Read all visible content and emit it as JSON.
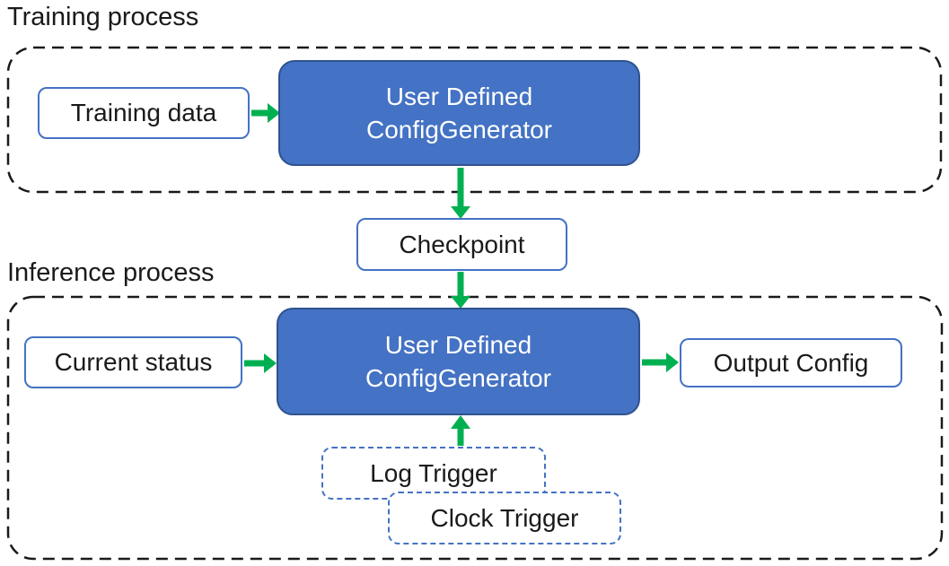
{
  "diagram": {
    "sections": [
      {
        "title": "Training process"
      },
      {
        "title": "Inference process"
      }
    ],
    "nodes": {
      "training_data": {
        "label": "Training data"
      },
      "generator_training": {
        "label_line1": "User Defined",
        "label_line2": "ConfigGenerator"
      },
      "checkpoint": {
        "label": "Checkpoint"
      },
      "current_status": {
        "label": "Current status"
      },
      "generator_inference": {
        "label_line1": "User Defined",
        "label_line2": "ConfigGenerator"
      },
      "output_config": {
        "label": "Output Config"
      },
      "log_trigger": {
        "label": "Log Trigger"
      },
      "clock_trigger": {
        "label": "Clock Trigger"
      }
    },
    "edges": [
      {
        "from": "Training data",
        "to": "User Defined ConfigGenerator (training)",
        "direction": "right"
      },
      {
        "from": "User Defined ConfigGenerator (training)",
        "to": "Checkpoint",
        "direction": "down"
      },
      {
        "from": "Checkpoint",
        "to": "User Defined ConfigGenerator (inference)",
        "direction": "down"
      },
      {
        "from": "Current status",
        "to": "User Defined ConfigGenerator (inference)",
        "direction": "right"
      },
      {
        "from": "User Defined ConfigGenerator (inference)",
        "to": "Output Config",
        "direction": "right"
      },
      {
        "from": "Log Trigger / Clock Trigger",
        "to": "User Defined ConfigGenerator (inference)",
        "direction": "up"
      }
    ],
    "colors": {
      "node_fill_blue": "#4472C4",
      "node_border_dark": "#2F528F",
      "white_node_border": "#4472C4",
      "trigger_dashed_border": "#4472C4",
      "arrow_green": "#00B050",
      "frame_dashed": "#1A1A1A",
      "text_dark": "#1A1A1A",
      "text_light": "#FFFFFF"
    }
  }
}
